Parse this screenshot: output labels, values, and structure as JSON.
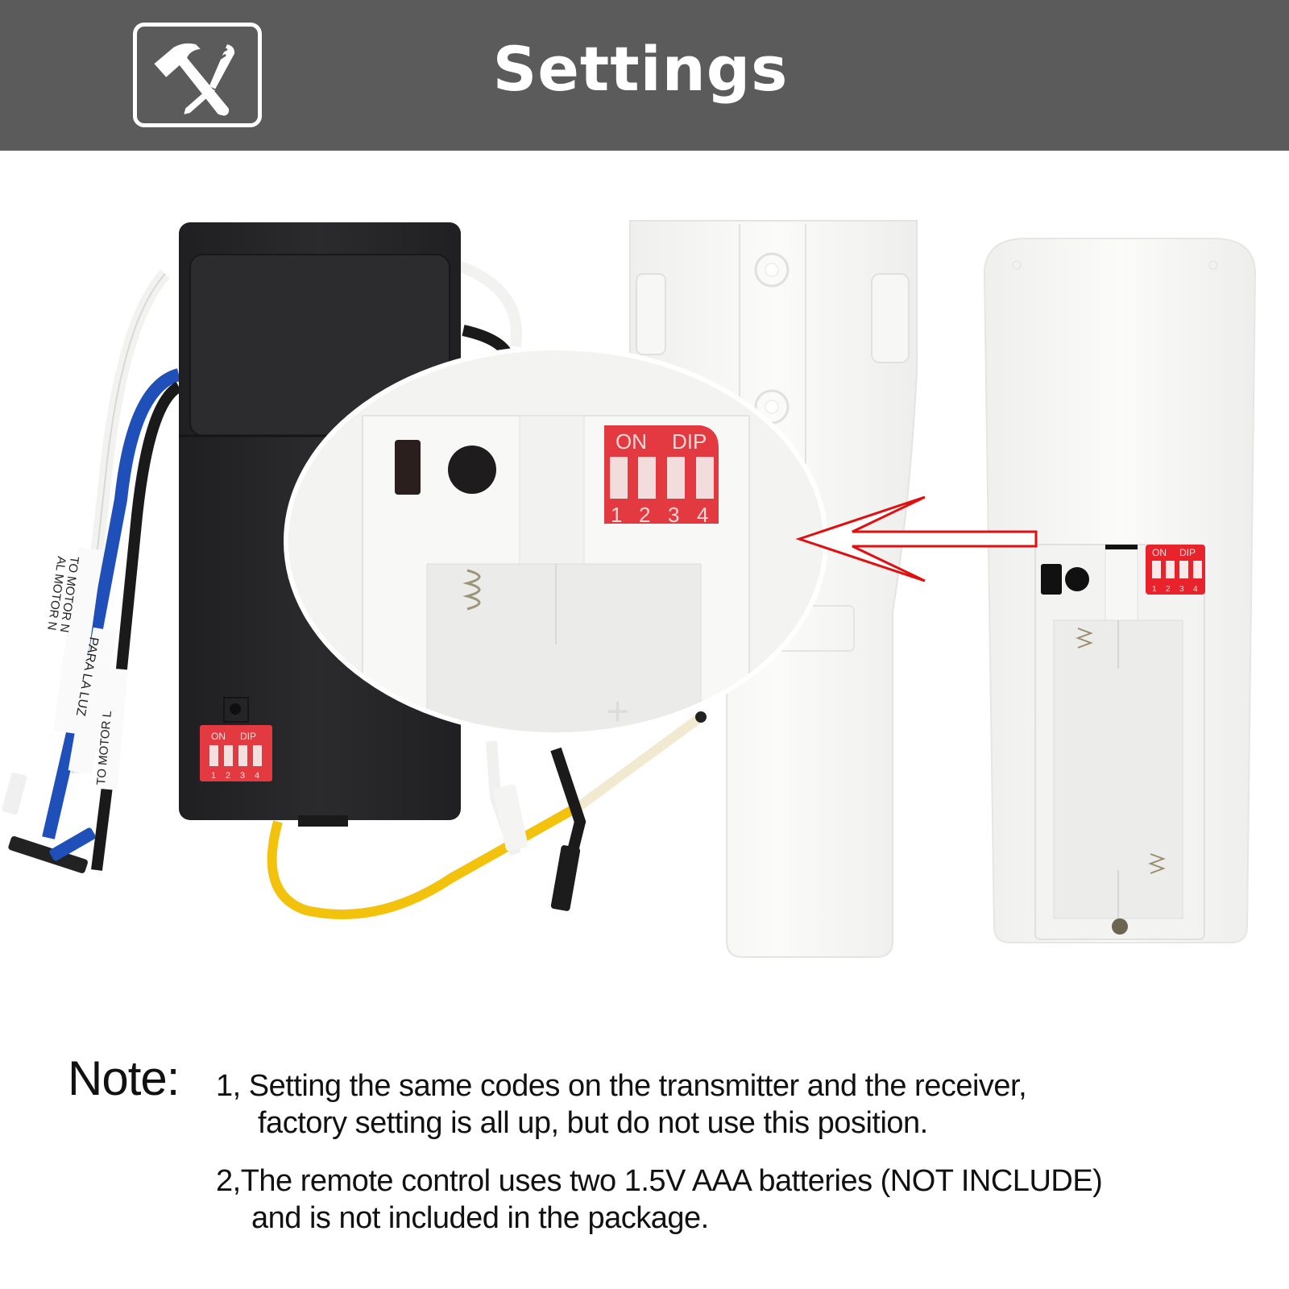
{
  "header": {
    "title": "Settings",
    "icon": "tools-hammer-screwdriver-icon",
    "background": "#5b5b5b"
  },
  "illustration": {
    "receiver": {
      "dip": {
        "on_label": "ON",
        "dip_label": "DIP",
        "switches": [
          "1",
          "2",
          "3",
          "4"
        ]
      },
      "wire_labels": [
        "TO MOTOR N",
        "AL MOTOR N",
        "PARA LA LUZ",
        "TO MOTOR L"
      ]
    },
    "magnified": {
      "dip": {
        "on_label": "ON",
        "dip_label": "DIP",
        "switches": [
          "1",
          "2",
          "3",
          "4"
        ]
      }
    },
    "remote": {
      "dip": {
        "on_label": "ON",
        "dip_label": "DIP",
        "switches": [
          "1",
          "2",
          "3",
          "4"
        ]
      }
    },
    "arrow_color": "#e01010",
    "dip_color": "#e23a40"
  },
  "note": {
    "label": "Note:",
    "items": [
      {
        "number": "1,",
        "line1": "Setting the same codes on the transmitter and the receiver,",
        "line2": "factory setting is all up, but do not use this position."
      },
      {
        "number": "2,",
        "line1": "The remote control uses two 1.5V AAA batteries (NOT INCLUDE)",
        "line2": "and is not included in the package."
      }
    ]
  }
}
